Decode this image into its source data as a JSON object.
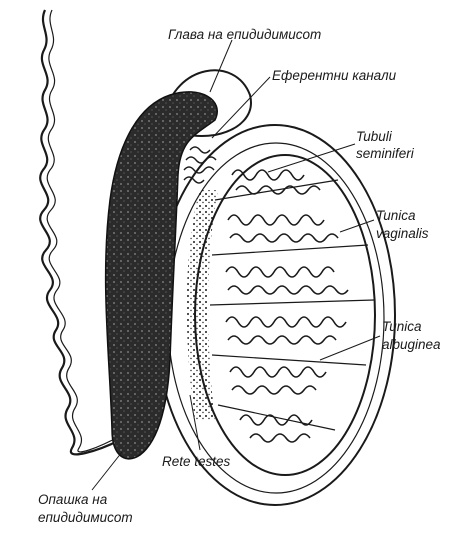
{
  "labels": {
    "head": "Глава на епидидимисот",
    "efferent": "Еферентни канали",
    "tubuli_1": "Tubuli",
    "tubuli_2": "seminiferi",
    "vaginalis_1": "Tunica",
    "vaginalis_2": "vaginalis",
    "albuginea_1": "Tunica",
    "albuginea_2": "albuginea",
    "rete": "Rete testes",
    "tail_1": "Опашка на",
    "tail_2": "епидидимисот"
  },
  "colors": {
    "ink": "#1a1a1a",
    "paper": "#ffffff",
    "epididymis": "#2b2b2b"
  }
}
